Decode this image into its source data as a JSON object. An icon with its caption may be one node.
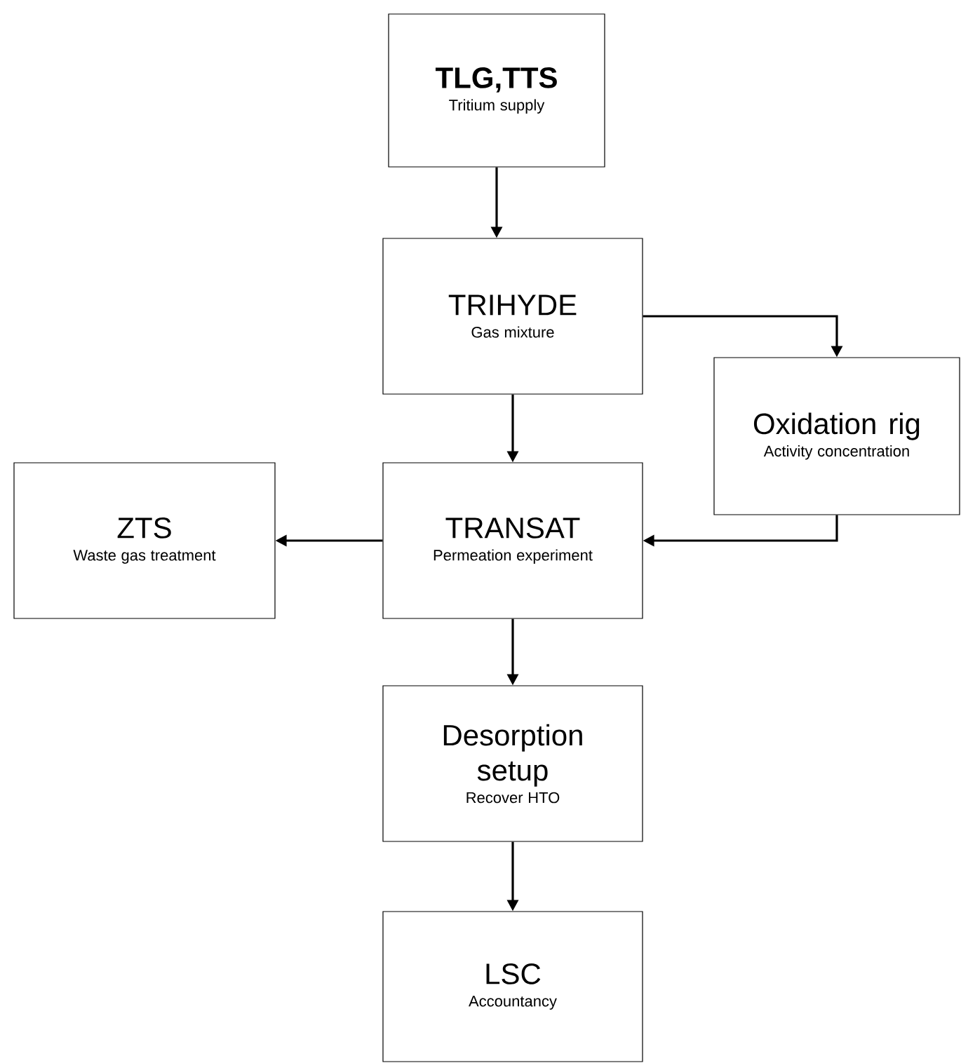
{
  "diagram": {
    "nodes": [
      {
        "text": [
          "TLG,TTS",
          "Tritium supply"
        ]
      },
      {
        "text": [
          "TRIHYDE",
          "Gas mixture"
        ]
      },
      {
        "text": [
          "Oxidation rig",
          "Activity concentration"
        ]
      },
      {
        "text": [
          "ZTS",
          "Waste gas treatment"
        ]
      },
      {
        "text": [
          "TRANSAT",
          "Permeation experiment"
        ]
      },
      {
        "text": [
          "Desorption setup",
          "Recover HTO"
        ]
      },
      {
        "text": [
          "LSC",
          "Accountancy"
        ]
      }
    ],
    "edges": [
      {
        "from": 0,
        "to": 1,
        "arrow": "to"
      },
      {
        "from": 1,
        "to": 2,
        "arrow": "to"
      },
      {
        "from": 1,
        "to": 4,
        "arrow": "to"
      },
      {
        "from": 2,
        "to": 4,
        "arrow": "to"
      },
      {
        "from": 4,
        "to": 3,
        "arrow": "to"
      },
      {
        "from": 4,
        "to": 5,
        "arrow": "to"
      },
      {
        "from": 5,
        "to": 6,
        "arrow": "to"
      }
    ]
  }
}
